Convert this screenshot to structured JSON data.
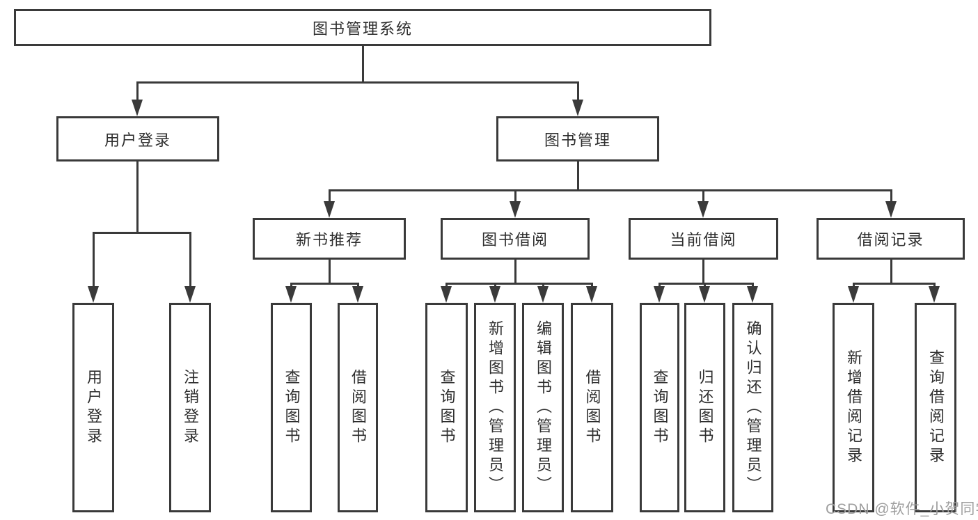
{
  "diagram": {
    "tree": {
      "label": "图书管理系统",
      "children": [
        {
          "label": "用户登录",
          "children": [
            {
              "label": "用户登录"
            },
            {
              "label": "注销登录"
            }
          ]
        },
        {
          "label": "图书管理",
          "children": [
            {
              "label": "新书推荐",
              "children": [
                {
                  "label": "查询图书"
                },
                {
                  "label": "借阅图书"
                }
              ]
            },
            {
              "label": "图书借阅",
              "children": [
                {
                  "label": "查询图书"
                },
                {
                  "label": "新增图书（管理员）"
                },
                {
                  "label": "编辑图书（管理员）"
                },
                {
                  "label": "借阅图书"
                }
              ]
            },
            {
              "label": "当前借阅",
              "children": [
                {
                  "label": "查询图书"
                },
                {
                  "label": "归还图书"
                },
                {
                  "label": "确认归还（管理员）"
                }
              ]
            },
            {
              "label": "借阅记录",
              "children": [
                {
                  "label": "新增借阅记录"
                },
                {
                  "label": "查询借阅记录"
                }
              ]
            }
          ]
        }
      ]
    },
    "watermark": "CSDN @软件_小贺同学",
    "colors": {
      "line": "#3a3a3a",
      "text": "#2e2e2e",
      "watermark": "#9e9e9e",
      "background": "#ffffff"
    }
  }
}
